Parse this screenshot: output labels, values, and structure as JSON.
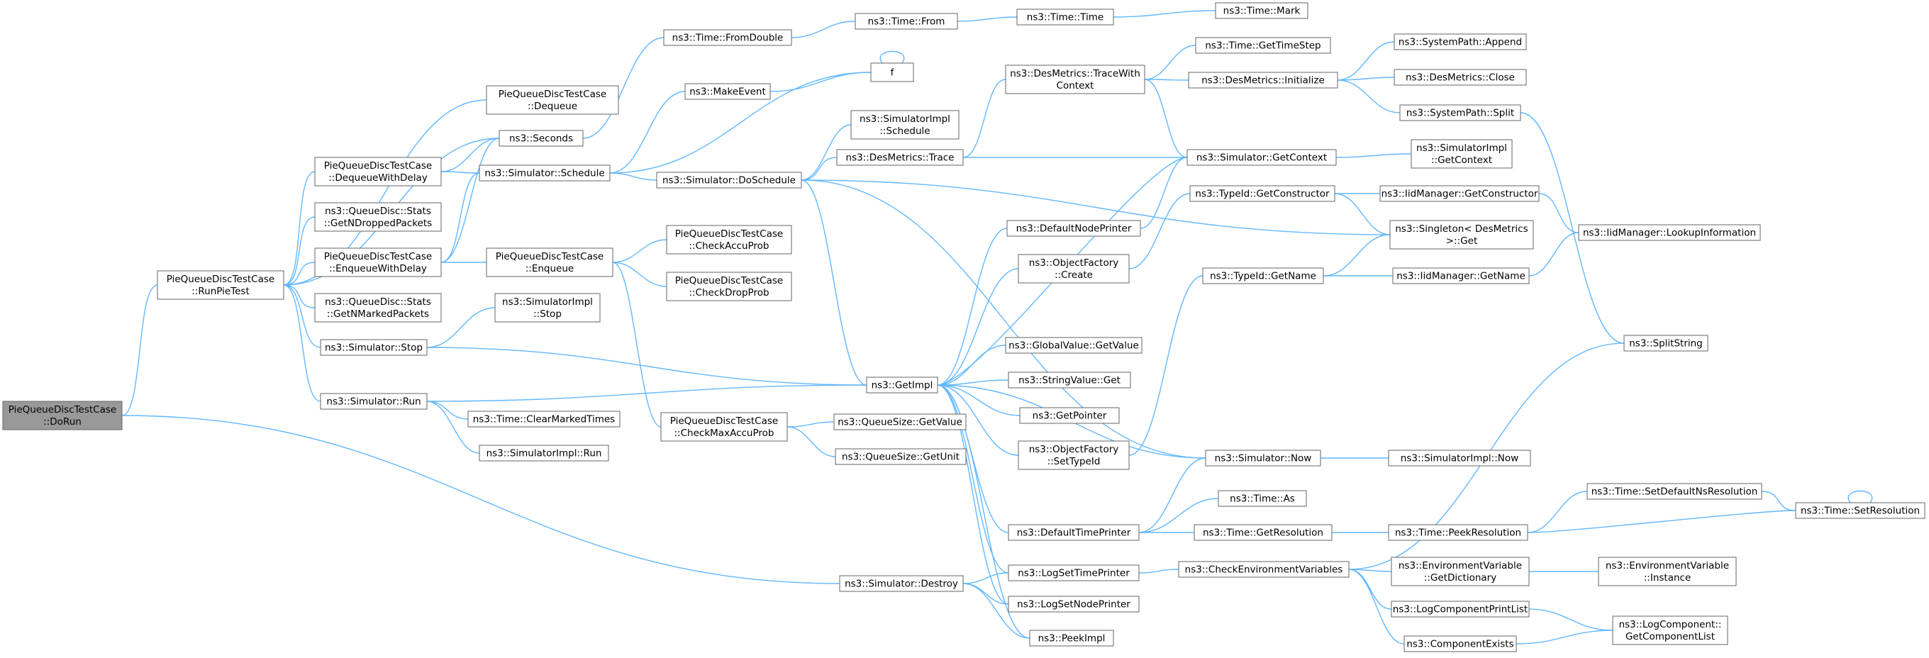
{
  "colors": {
    "edge": "#63b8ff",
    "node_border": "#666666",
    "root_fill": "#999999",
    "background": "#ffffff"
  },
  "nodes": {
    "n1": {
      "lines": [
        "PieQueueDiscTestCase",
        "::DoRun"
      ],
      "root": true
    },
    "n2": {
      "lines": [
        "PieQueueDiscTestCase",
        "::RunPieTest"
      ]
    },
    "n3": {
      "lines": [
        "PieQueueDiscTestCase",
        "::Dequeue"
      ]
    },
    "n4": {
      "lines": [
        "ns3::Seconds"
      ]
    },
    "n5": {
      "lines": [
        "PieQueueDiscTestCase",
        "::DequeueWithDelay"
      ]
    },
    "n6": {
      "lines": [
        "ns3::QueueDisc::Stats",
        "::GetNDroppedPackets"
      ]
    },
    "n7": {
      "lines": [
        "PieQueueDiscTestCase",
        "::EnqueueWithDelay"
      ]
    },
    "n8": {
      "lines": [
        "ns3::QueueDisc::Stats",
        "::GetNMarkedPackets"
      ]
    },
    "n9": {
      "lines": [
        "ns3::Simulator::Stop"
      ]
    },
    "n10": {
      "lines": [
        "ns3::Simulator::Run"
      ]
    },
    "n11": {
      "lines": [
        "ns3::Simulator::Schedule"
      ]
    },
    "n12": {
      "lines": [
        "ns3::SimulatorImpl",
        "::Stop"
      ]
    },
    "n13": {
      "lines": [
        "PieQueueDiscTestCase",
        "::Enqueue"
      ]
    },
    "n14": {
      "lines": [
        "ns3::Time::ClearMarkedTimes"
      ]
    },
    "n15": {
      "lines": [
        "ns3::SimulatorImpl::Run"
      ]
    },
    "n16": {
      "lines": [
        "ns3::Time::FromDouble"
      ]
    },
    "n17": {
      "lines": [
        "ns3::MakeEvent"
      ]
    },
    "n18": {
      "lines": [
        "ns3::Simulator::DoSchedule"
      ]
    },
    "n19": {
      "lines": [
        "PieQueueDiscTestCase",
        "::CheckAccuProb"
      ]
    },
    "n20": {
      "lines": [
        "PieQueueDiscTestCase",
        "::CheckDropProb"
      ]
    },
    "n21": {
      "lines": [
        "PieQueueDiscTestCase",
        "::CheckMaxAccuProb"
      ]
    },
    "n22": {
      "lines": [
        "ns3::Simulator::Destroy"
      ]
    },
    "n23": {
      "lines": [
        "ns3::Time::From"
      ]
    },
    "n24": {
      "lines": [
        "f"
      ]
    },
    "n25": {
      "lines": [
        "ns3::SimulatorImpl",
        "::Schedule"
      ]
    },
    "n26": {
      "lines": [
        "ns3::DesMetrics::Trace"
      ]
    },
    "n27": {
      "lines": [
        "ns3::GetImpl"
      ]
    },
    "n28": {
      "lines": [
        "ns3::QueueSize::GetValue"
      ]
    },
    "n29": {
      "lines": [
        "ns3::QueueSize::GetUnit"
      ]
    },
    "n30": {
      "lines": [
        "ns3::Time::Time"
      ]
    },
    "n31": {
      "lines": [
        "ns3::DesMetrics::TraceWith",
        "Context"
      ]
    },
    "n32": {
      "lines": [
        "ns3::DefaultNodePrinter"
      ]
    },
    "n33": {
      "lines": [
        "ns3::ObjectFactory",
        "::Create"
      ]
    },
    "n34": {
      "lines": [
        "ns3::GlobalValue::GetValue"
      ]
    },
    "n35": {
      "lines": [
        "ns3::StringValue::Get"
      ]
    },
    "n36": {
      "lines": [
        "ns3::GetPointer"
      ]
    },
    "n37": {
      "lines": [
        "ns3::ObjectFactory",
        "::SetTypeId"
      ]
    },
    "n38": {
      "lines": [
        "ns3::DefaultTimePrinter"
      ]
    },
    "n39": {
      "lines": [
        "ns3::LogSetTimePrinter"
      ]
    },
    "n40": {
      "lines": [
        "ns3::LogSetNodePrinter"
      ]
    },
    "n41": {
      "lines": [
        "ns3::PeekImpl"
      ]
    },
    "n42": {
      "lines": [
        "ns3::Time::Mark"
      ]
    },
    "n43": {
      "lines": [
        "ns3::Time::GetTimeStep"
      ]
    },
    "n44": {
      "lines": [
        "ns3::DesMetrics::Initialize"
      ]
    },
    "n45": {
      "lines": [
        "ns3::Simulator::GetContext"
      ]
    },
    "n46": {
      "lines": [
        "ns3::TypeId::GetConstructor"
      ]
    },
    "n47": {
      "lines": [
        "ns3::TypeId::GetName"
      ]
    },
    "n48": {
      "lines": [
        "ns3::Simulator::Now"
      ]
    },
    "n49": {
      "lines": [
        "ns3::Time::As"
      ]
    },
    "n50": {
      "lines": [
        "ns3::Time::GetResolution"
      ]
    },
    "n51": {
      "lines": [
        "ns3::CheckEnvironmentVariables"
      ]
    },
    "n52": {
      "lines": [
        "ns3::SystemPath::Append"
      ]
    },
    "n53": {
      "lines": [
        "ns3::DesMetrics::Close"
      ]
    },
    "n54": {
      "lines": [
        "ns3::SystemPath::Split"
      ]
    },
    "n55": {
      "lines": [
        "ns3::SimulatorImpl",
        "::GetContext"
      ]
    },
    "n56": {
      "lines": [
        "ns3::IidManager::GetConstructor"
      ]
    },
    "n57": {
      "lines": [
        "ns3::Singleton< DesMetrics",
        " >::Get"
      ]
    },
    "n58": {
      "lines": [
        "ns3::IidManager::GetName"
      ]
    },
    "n59": {
      "lines": [
        "ns3::SimulatorImpl::Now"
      ]
    },
    "n60": {
      "lines": [
        "ns3::Time::PeekResolution"
      ]
    },
    "n61": {
      "lines": [
        "ns3::EnvironmentVariable",
        "::GetDictionary"
      ]
    },
    "n62": {
      "lines": [
        "ns3::LogComponentPrintList"
      ]
    },
    "n63": {
      "lines": [
        "ns3::ComponentExists"
      ]
    },
    "n64": {
      "lines": [
        "ns3::IidManager::LookupInformation"
      ]
    },
    "n65": {
      "lines": [
        "ns3::SplitString"
      ]
    },
    "n66": {
      "lines": [
        "ns3::Time::SetDefaultNsResolution"
      ]
    },
    "n67": {
      "lines": [
        "ns3::Time::SetResolution"
      ]
    },
    "n68": {
      "lines": [
        "ns3::EnvironmentVariable",
        "::Instance"
      ]
    },
    "n69": {
      "lines": [
        "ns3::LogComponent::",
        "GetComponentList"
      ]
    }
  },
  "edges": [
    [
      "n1",
      "n2"
    ],
    [
      "n1",
      "n22"
    ],
    [
      "n2",
      "n3"
    ],
    [
      "n2",
      "n4"
    ],
    [
      "n2",
      "n5"
    ],
    [
      "n2",
      "n6"
    ],
    [
      "n2",
      "n7"
    ],
    [
      "n2",
      "n8"
    ],
    [
      "n2",
      "n9"
    ],
    [
      "n2",
      "n10"
    ],
    [
      "n5",
      "n4"
    ],
    [
      "n5",
      "n11"
    ],
    [
      "n7",
      "n4"
    ],
    [
      "n7",
      "n11"
    ],
    [
      "n7",
      "n13"
    ],
    [
      "n4",
      "n16"
    ],
    [
      "n16",
      "n23"
    ],
    [
      "n23",
      "n30"
    ],
    [
      "n30",
      "n42"
    ],
    [
      "n11",
      "n17"
    ],
    [
      "n11",
      "n24"
    ],
    [
      "n11",
      "n18"
    ],
    [
      "n17",
      "n24"
    ],
    [
      "n24",
      "n24"
    ],
    [
      "n9",
      "n12"
    ],
    [
      "n9",
      "n27"
    ],
    [
      "n10",
      "n14"
    ],
    [
      "n10",
      "n15"
    ],
    [
      "n10",
      "n27"
    ],
    [
      "n13",
      "n19"
    ],
    [
      "n13",
      "n20"
    ],
    [
      "n13",
      "n21"
    ],
    [
      "n21",
      "n28"
    ],
    [
      "n21",
      "n29"
    ],
    [
      "n18",
      "n25"
    ],
    [
      "n18",
      "n26"
    ],
    [
      "n18",
      "n27"
    ],
    [
      "n18",
      "n48"
    ],
    [
      "n18",
      "n57"
    ],
    [
      "n26",
      "n31"
    ],
    [
      "n26",
      "n45"
    ],
    [
      "n31",
      "n43"
    ],
    [
      "n31",
      "n44"
    ],
    [
      "n31",
      "n45"
    ],
    [
      "n44",
      "n52"
    ],
    [
      "n44",
      "n53"
    ],
    [
      "n44",
      "n54"
    ],
    [
      "n54",
      "n65"
    ],
    [
      "n45",
      "n27"
    ],
    [
      "n45",
      "n55"
    ],
    [
      "n27",
      "n32"
    ],
    [
      "n27",
      "n33"
    ],
    [
      "n27",
      "n34"
    ],
    [
      "n27",
      "n35"
    ],
    [
      "n27",
      "n36"
    ],
    [
      "n27",
      "n37"
    ],
    [
      "n27",
      "n38"
    ],
    [
      "n27",
      "n39"
    ],
    [
      "n27",
      "n40"
    ],
    [
      "n27",
      "n41"
    ],
    [
      "n27",
      "n48"
    ],
    [
      "n32",
      "n45"
    ],
    [
      "n33",
      "n46"
    ],
    [
      "n37",
      "n47"
    ],
    [
      "n46",
      "n56"
    ],
    [
      "n46",
      "n57"
    ],
    [
      "n56",
      "n64"
    ],
    [
      "n47",
      "n57"
    ],
    [
      "n47",
      "n58"
    ],
    [
      "n58",
      "n64"
    ],
    [
      "n38",
      "n48"
    ],
    [
      "n38",
      "n49"
    ],
    [
      "n38",
      "n50"
    ],
    [
      "n48",
      "n59"
    ],
    [
      "n50",
      "n60"
    ],
    [
      "n60",
      "n66"
    ],
    [
      "n66",
      "n67"
    ],
    [
      "n67",
      "n60"
    ],
    [
      "n67",
      "n67"
    ],
    [
      "n39",
      "n51"
    ],
    [
      "n51",
      "n61"
    ],
    [
      "n51",
      "n62"
    ],
    [
      "n51",
      "n63"
    ],
    [
      "n51",
      "n65"
    ],
    [
      "n61",
      "n68"
    ],
    [
      "n62",
      "n69"
    ],
    [
      "n63",
      "n69"
    ],
    [
      "n22",
      "n39"
    ],
    [
      "n22",
      "n40"
    ],
    [
      "n22",
      "n41"
    ]
  ]
}
